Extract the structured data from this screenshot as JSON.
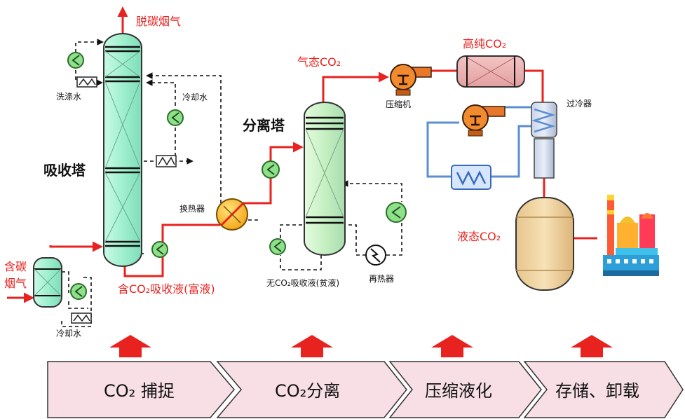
{
  "labels": {
    "decarbonized_gas": "脱碳烟气",
    "wash_water": "洗涤水",
    "cooling_water_top": "冷却水",
    "absorber": "吸收塔",
    "gaseous_co2": "气态CO₂",
    "compressor": "压缩机",
    "high_purity_co2": "高纯CO₂",
    "subcooler": "过冷器",
    "separator": "分离塔",
    "heat_exchanger": "换热器",
    "flue_gas_line1": "含碳",
    "flue_gas_line2": "烟气",
    "rich_solution": "含CO₂吸收液(富液)",
    "lean_solution": "无CO₂吸收液(贫液)",
    "reboiler": "再热器",
    "liquid_co2": "液态CO₂",
    "cooling_water_bottom": "冷却水"
  },
  "stages": [
    {
      "label": "CO₂ 捕捉"
    },
    {
      "label": "CO₂分离"
    },
    {
      "label": "压缩液化"
    },
    {
      "label": "存储、卸载"
    }
  ],
  "colors": {
    "flow_line": "#e8231f",
    "coolant_line": "#5b8fd0",
    "tower_fill": "#9ff0cf",
    "exchanger_fill": "#f2b422",
    "stage_fill": "#f7dfe5",
    "tank_fill": "#f2d8a7"
  }
}
